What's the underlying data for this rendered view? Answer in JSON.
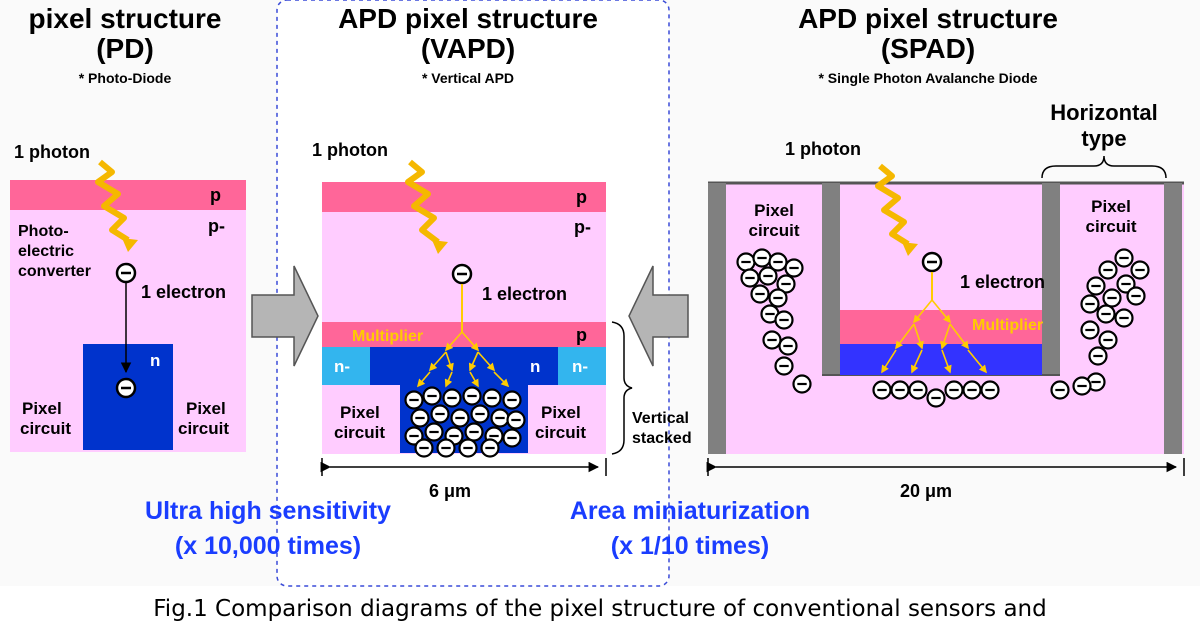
{
  "colors": {
    "pink": "#ff6699",
    "light_pink": "#ffccff",
    "dark_blue": "#0033cc",
    "blue": "#3333ff",
    "cyan": "#33b5ee",
    "gray": "#b5b5b5",
    "dark_gray": "#808080",
    "yellow": "#ffcc00",
    "photon": "#f5b800",
    "label_blue": "#1a3dff"
  },
  "pd": {
    "title_line": "pixel structure",
    "title_abbr": "(PD)",
    "note": "* Photo-Diode",
    "photon_label": "1 photon",
    "p_label": "p",
    "pminus_label": "p-",
    "converter_lines": [
      "Photo-",
      "electric",
      "converter"
    ],
    "electron_label": "1 electron",
    "n_label": "n",
    "pixel_left": [
      "Pixel",
      "circuit"
    ],
    "pixel_right": [
      "Pixel",
      "circuit"
    ]
  },
  "vapd": {
    "title_line": "APD pixel structure",
    "title_abbr": "(VAPD)",
    "note": "* Vertical APD",
    "photon_label": "1 photon",
    "p_label": "p",
    "pminus_label": "p-",
    "electron_label": "1 electron",
    "multiplier_label": "Multiplier",
    "p2_label": "p",
    "nminus_left": "n-",
    "n_label": "n",
    "nminus_right": "n-",
    "pixel_left": [
      "Pixel",
      "circuit"
    ],
    "pixel_right": [
      "Pixel",
      "circuit"
    ],
    "stacked_lines": [
      "Vertical",
      "stacked"
    ],
    "width_label": "6 μm"
  },
  "spad": {
    "title_line": "APD pixel structure",
    "title_abbr": "(SPAD)",
    "note": "* Single Photon Avalanche Diode",
    "horizontal_lines": [
      "Horizontal",
      "type"
    ],
    "photon_label": "1 photon",
    "electron_label": "1 electron",
    "multiplier_label": "Multiplier",
    "pixel_left": [
      "Pixel",
      "circuit"
    ],
    "pixel_right": [
      "Pixel",
      "circuit"
    ],
    "width_label": "20 μm"
  },
  "summary": {
    "sensitivity_lines": [
      "Ultra high sensitivity",
      "(x 10,000 times)"
    ],
    "area_lines": [
      "Area miniaturization",
      "(x 1/10 times)"
    ]
  },
  "caption": "Fig.1 Comparison diagrams of the pixel structure of conventional sensors and"
}
